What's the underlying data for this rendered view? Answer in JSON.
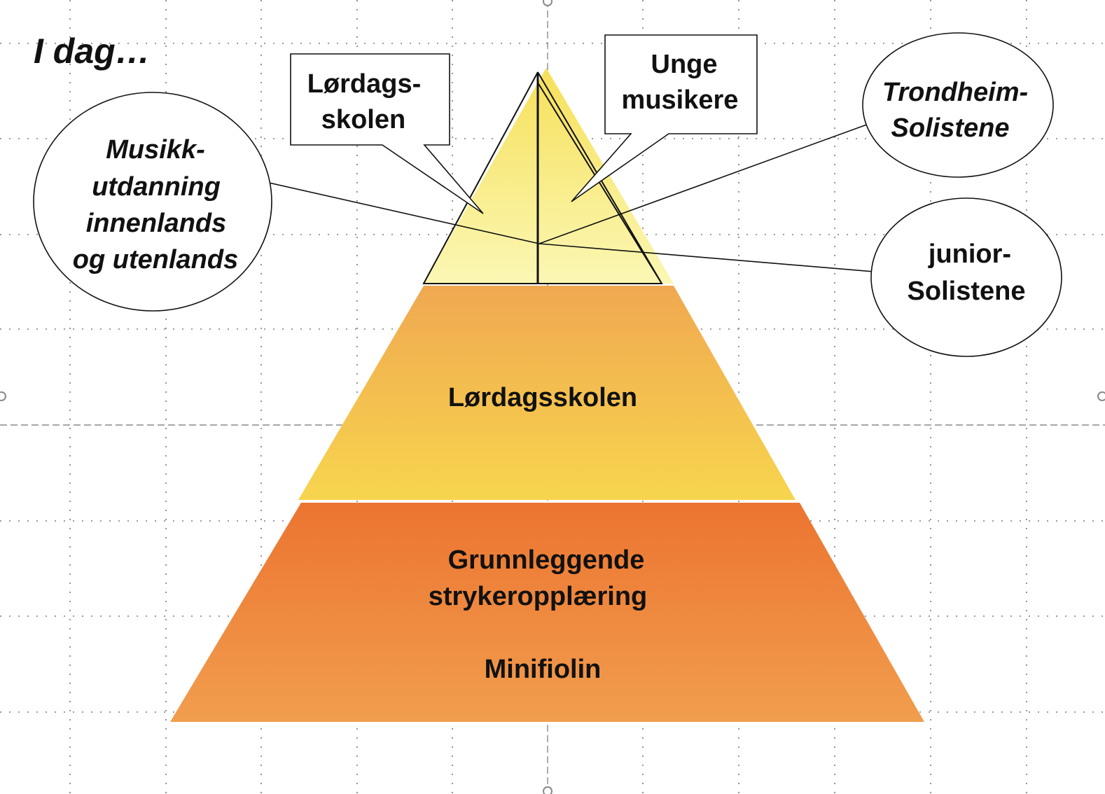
{
  "title": "I dag…",
  "pyramid": {
    "top_tier_label": "",
    "middle_tier_label": "Lørdagsskolen",
    "bottom_tier_lines": [
      "Grunnleggende",
      "strykeropplæring"
    ],
    "bottom_tier_sub": "Minifiolin"
  },
  "callouts": {
    "lordags_skolen": [
      "Lørdags-",
      "skolen"
    ],
    "unge_musikere": [
      "Unge",
      "musikere"
    ]
  },
  "ellipses": {
    "musikkutdanning": [
      "Musikk-",
      "utdanning",
      "innenlands",
      "og utenlands"
    ],
    "trondheim_solistene": [
      "Trondheim-",
      "Solistene"
    ],
    "junior_solistene": [
      "junior-",
      "Solistene"
    ]
  },
  "colors": {
    "top_tier_light": "#fbf7b4",
    "top_tier_dark": "#f6e05a",
    "middle_tier_top": "#f0a850",
    "middle_tier_bottom": "#f7d54e",
    "bottom_tier_top": "#ec7430",
    "bottom_tier_bottom": "#f19e4e",
    "grid": "#7a7a7a",
    "stroke": "#111111"
  }
}
